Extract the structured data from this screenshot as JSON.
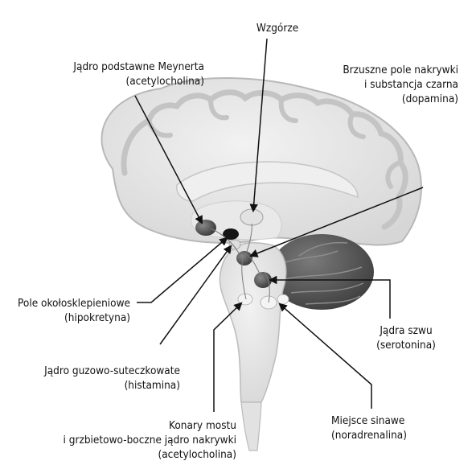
{
  "labels": {
    "meynert": {
      "line1": "Jądro podstawne Meynerta",
      "line2": "(acetylocholina)"
    },
    "thalamus": {
      "line1": "Wzgórze"
    },
    "vta": {
      "line1": "Brzuszne pole nakrywki",
      "line2": "i substancja czarna",
      "line3": "(dopamina)"
    },
    "perifornical": {
      "line1": "Pole okołosklepieniowe",
      "line2": "(hipokretyna)"
    },
    "raphe": {
      "line1": "Jądra szwu",
      "line2": "(serotonina)"
    },
    "tuberomammillary": {
      "line1": "Jądro guzowo-suteczkowate",
      "line2": "(histamina)"
    },
    "locus_coeruleus": {
      "line1": "Miejsce sinawe",
      "line2": "(noradrenalina)"
    },
    "pedunculopontine": {
      "line1": "Konary mostu",
      "line2": "i grzbietowo-boczne jądro nakrywki",
      "line3": "(acetylocholina)"
    }
  },
  "colors": {
    "brain": "#e4e4e4",
    "brain_outline": "#b8b8b8",
    "cerebellum": "#5c5c5c",
    "nucleus_dark": "#4a4a4a",
    "nucleus_black": "#151515",
    "pointer": "#111111"
  }
}
